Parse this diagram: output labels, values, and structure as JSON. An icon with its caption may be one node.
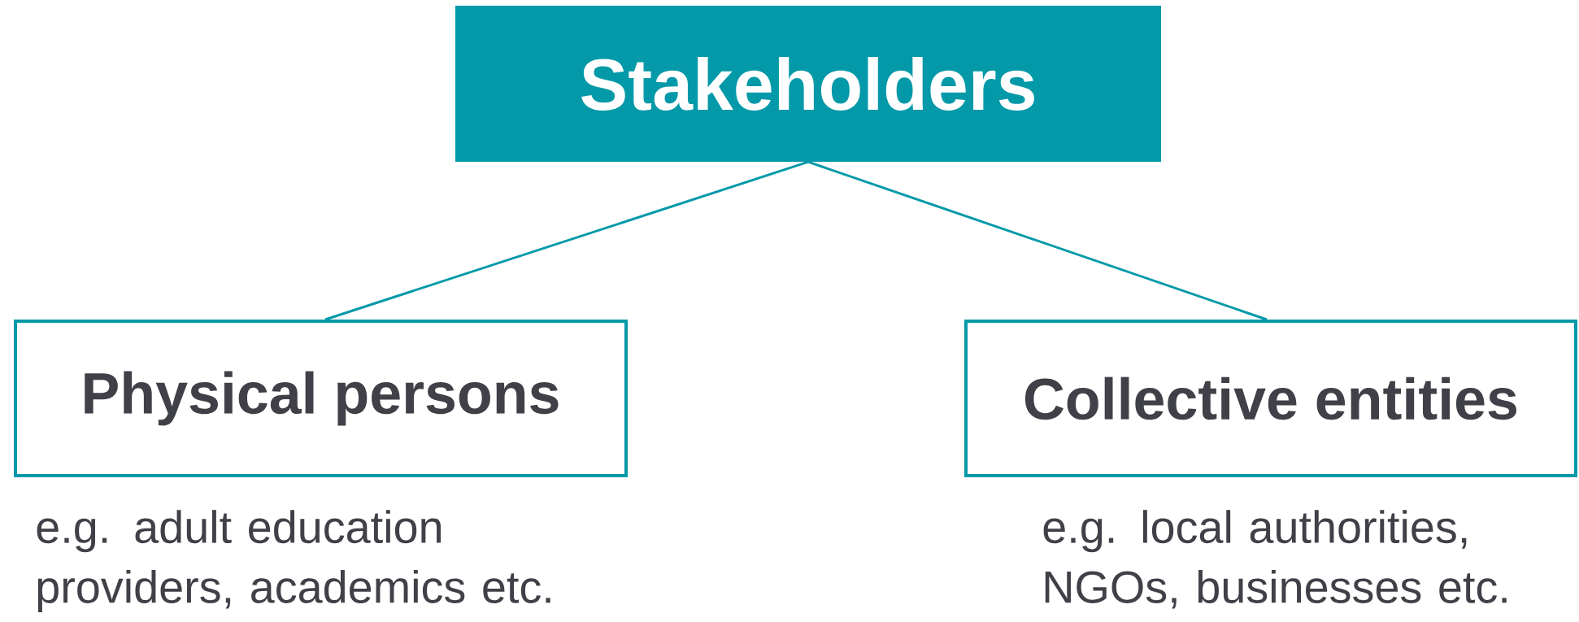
{
  "diagram": {
    "nodes": [
      {
        "text": [
          "Stakeholders"
        ]
      },
      {
        "text": [
          "Physical persons"
        ],
        "beside": [
          "e.g. adult education providers, academics etc."
        ]
      },
      {
        "text": [
          "Collective entities"
        ],
        "beside": [
          "e.g. local authorities, NGOs, businesses etc."
        ]
      }
    ],
    "edges": [
      {
        "from": 0,
        "to": 1,
        "arrow": "none"
      },
      {
        "from": 0,
        "to": 2,
        "arrow": "none"
      }
    ]
  }
}
